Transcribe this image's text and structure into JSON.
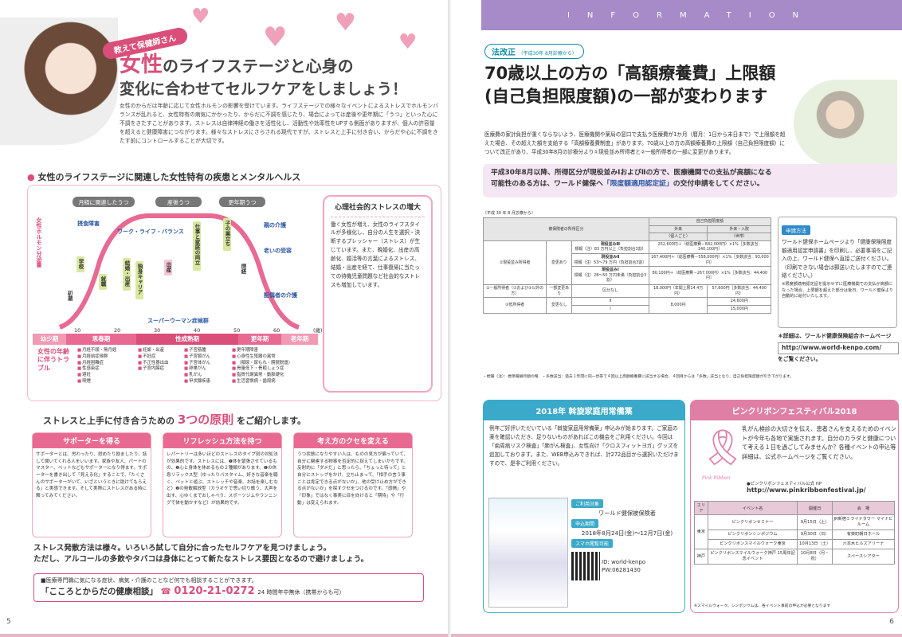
{
  "left": {
    "nurse_badge": "教えて保健師さん",
    "title_pink": "女性",
    "title_line1": "のライフステージと心身の",
    "title_line2": "変化に合わせてセルフケアをしましょう！",
    "intro": "女性のからだは年齢に応じて女性ホルモンの影響を受けています。ライフステージでの様々なイベントによるストレスでホルモンバランスが乱れると、女性特有の病気にかかったり、からだに不調を感じたり、場合によっては産後や更年期に「うつ」といった心に不調をきたすことがあります。ストレスは自律神経の働きを活性化し、活動性や効率性をUPする側面がありますが、個人の許容量を超えると健康障害につながります。様々なストレスにさらされる現代ですが、ストレスと上手に付き合い、からだや心に不調をきたす前にコントロールすることが大切です。",
    "chart_heading": "女性のライフステージに関連した女性特有の疾患とメンタルヘルス",
    "chart_data": {
      "type": "diagram",
      "yaxis_label": "女性ホルモン分泌量",
      "x_ticks": [
        "10",
        "20",
        "30",
        "40",
        "50",
        "60",
        "(歳)"
      ],
      "top_labels": [
        "月経に関連したうつ",
        "産後うつ",
        "更年期うつ"
      ],
      "curve_labels": [
        "初潮",
        "学校",
        "就職",
        "摂食障害",
        "結婚・出産",
        "独身キャリア",
        "出産",
        "仕事と家庭の両立",
        "子の巣立ち",
        "閉経",
        "親の介護",
        "老いの受容",
        "配偶者の介護"
      ],
      "wlb_label": "ワーク・ライフ・バランス",
      "superwoman_label": "スーパーウーマン症候群",
      "stages": [
        "幼少期",
        "思春期",
        "性成熟期",
        "更年期",
        "老年期"
      ]
    },
    "trouble_label": "女性の年齢に伴うトラブル",
    "troubles": [
      [
        "月経不順・無月経",
        "月経前症候群",
        "月経困難症",
        "性感染症",
        "避妊",
        "喫煙"
      ],
      [
        "妊娠・出産",
        "不妊症",
        "不正性器出血",
        "子宮内膜症"
      ],
      [
        "子宮筋腫",
        "子宮頸がん",
        "子宮体がん",
        "卵巣がん",
        "乳がん",
        "甲状腺疾患"
      ],
      [
        "更年期障害",
        "心身性生殖器の異常",
        "（頻尿・尿もれ・膀胱脱垂）",
        "骨量低下・骨粗しょう症",
        "脂質代謝異常・動脈硬化",
        "生活習慣病・歯周病"
      ]
    ],
    "stress_title": "心理社会的ストレスの増大",
    "stress_body": "働く女性が増え、女性のライフスタイルが多様化し、自分の人生を選択・決断するプレッシャー（ストレス）が生じています。また、晩婚化、出産の高齢化、婚活等の言葉によるストレス、結婚・出産を経て、仕事復帰に当たっての待機児童問題など社会的なストレスも増加しています。",
    "rules_prefix": "ストレスと上手に付き合うための",
    "rules_big": "3つの原則",
    "rules_suffix": "をご紹介します。",
    "rules": [
      {
        "head": "サポーターを得る",
        "body": "サポーターとは、労わったり、慰めたり励ましたり、話して聞いてくれる人をいいます。家族や友人、パートのマスター、ペットなどもサポーターになり得ます。サポーターを書き出して「見える化」することで、「たくさんのサポーターがいて、いざというときに助けてもらえる」と実感できます。そして実際にストレスがある時に頼ってみてください。"
      },
      {
        "head": "リフレッシュ方法を持つ",
        "body": "レパートリーは多いほどのストレスのタイプ別の対処法が効果的です。ストレスには、❶体を緊張させているもの、❷心と身体を休めるもの２種類があります。❶の休息リラックス型（ゆったりバスタイム、好きな音楽を聴く、ペットと遊ぶ、ストレッチや音楽、お話を楽しむなど）❷の発散解放型（カラオケで思い切り歌う、大声を出す、心ゆくまでおしゃべり、スポーツジムやランニングで体を動かすなど）が効果的です。"
      },
      {
        "head": "考え方のクセを変える",
        "body": "うつ状態になりやすい人は、ものの見方が偏っていて、自分に関連する物事を否定的に捉えてしまいがちです。反射的に「ダメだ」と思ったら、「ちょっと待って」と自分にストップをかけ、立ち止まって、「相手の言う事ことは肯定できる点がないか」、他の受け止め方ができる点がないか」を探すクセをつけるのです。「感情」や「印象」ではなく事実に目を向けると「期待」や「行動」は変えられます。"
      }
    ],
    "summary_line1": "ストレス発散方法は様々。いろいろ試して自分に合ったセルフケアを見つけましょう。",
    "summary_line2": "ただし、アルコールの多飲やタバコは身体にとって新たなストレス要因となるので避けましょう。",
    "hot_note": "■医療専門職に気になる症状、病気・介護のことなど何でも相談することができます。",
    "hot_title": "「こころとからだの健康相談」",
    "hot_number": "0120-21-0272",
    "hot_hours": "24 時間年中無休（携帯からも可）",
    "page_number": "5"
  },
  "right": {
    "info_bar": "INFORMATION",
    "law_badge": "法改正",
    "law_badge_note": "（平成30年 8月診療から）",
    "title_line1": "70歳以上の方の「高額療養費」上限額",
    "title_line2": "(自己負担限度額)の一部が変わります",
    "intro": "医療費の家計負担が重くならないよう、医療機関や薬局の窓口で支払う医療費が1か月（暦月：1日から末日まで）で上限額を超えた場合、その超えた額を支給する「高額療養費制度」があります。70歳以上の方の高額療養費の上限額（自己負担限度額）について改正があり、平成30年8月の診療分より①現役並み所得者と②一般所得者の一部に変更があります。",
    "highlight_line1": "平成30年8月以降、所得区分が現役並みⅠおよびⅡの方で、医療機関での支払が高額になる",
    "highlight_line2a": "可能性のある方は、ワールド健保へ",
    "highlight_line2b": "「限度額適用認定証」",
    "highlight_line2c": "の交付申請をしてください。",
    "table_caption": "（平成 30 年 8 月診療から）",
    "table": {
      "h_category": "被保険者の所得区分",
      "h_limit": "自己負担限度額",
      "h_outpatient": "外来",
      "h_outpatient_sub": "（個人ごと）",
      "h_combined": "外来・入院",
      "h_combined_sub": "（世帯）",
      "g1": "①現役並み所得者",
      "g1_change": "変更あり",
      "r1_label": "現役並みⅢ",
      "r1_sub": "標報（注）83 万円以上（負担割合3割）",
      "r1_value": "252,600円＋（総医療費－842,000円）×1%［多数該当：140,100円］",
      "r2_label": "現役並みⅡ",
      "r2_sub": "標報（注）53～79 万円（負担割合3割）",
      "r2_value": "167,400円＋（総医療費－558,000円）×1%［多数該当：93,000円］",
      "r3_label": "現役並みⅠ",
      "r3_sub": "標報（注）28～50 万円未満（負担割合3割）",
      "r3_value": "80,100円＋（総医療費－267,000円）×1%［多数該当：44,400円］",
      "g2": "②一般所得者（①および③以外の方）",
      "g2_change": "一部変更あり",
      "g2_class": "区分なし",
      "g2_outpatient": "18,000円（年間上限14.4万円）",
      "g2_combined": "57,600円［多数該当：44,400円］",
      "g3": "③低所得者",
      "g3_change": "変更なし",
      "g3_r1_class": "Ⅱ",
      "g3_r1_outpatient": "8,000円",
      "g3_r1_combined": "24,600円",
      "g3_r2_class": "Ⅰ",
      "g3_r2_combined": "15,000円"
    },
    "table_notes": "・標報（注）：標準報酬月額の略　・多数該当：過去１年間に同一世帯で４回以上高額療養費に該当する場合、４回目からは「多数」該当となり、自己負担限度額が引き下がります。",
    "apply_tag": "申請方法",
    "apply_body": "ワールド健保ホームページより「健康保険限度額適用認定申請書」を印刷し、必要事項をご記入の上、ワールド健保へ直接ご送付ください。（印刷できない場合は郵送いたしますのでご連絡ください。）",
    "apply_note": "※限度額適用認定証を提示せずに医療機関での支払が高額になった場合、上限額を超えた部分は後日、ワールド健保より自動的に給付いたします。",
    "detail_intro": "＊詳細は、ワールド健康保険組合ホームページ",
    "detail_url": "http://www.world-kenpo.com/",
    "detail_outro": "をご覧ください。",
    "med_head": "2018年 斡旋家庭用常備薬",
    "med_body": "例年ご好評いただいている「斡旋家庭用常備薬」申込みが始まります。ご家庭の薬を確認いただき、足りないものがあればこの機会をご利用ください。今回は「歯周病リスク検査」「肺がん検査」、女性向け「クロスフィットヨガ」グッズを追加しております。また、WEB申込みできれば、計272品目から選択いただけますので、是非ご利用ください。",
    "med_target_tag": "ご利用対象",
    "med_target": "ワールド健保被保険者",
    "med_period_tag": "申込期間",
    "med_period": "2018年8月24日(金)～12月7日(金)",
    "med_phone_tag": "スマホ閲覧可能",
    "med_id": "ID: world-kenpo",
    "med_pw": "PW:06281430",
    "pink_head": "ピンクリボンフェスティバル2018",
    "ribbon_text": "Pink Ribbon",
    "pink_body": "乳がん検診の大切さを伝え、患者さんを支えるためのイベントが今年も各地で実施されます。自分のカラダと健康について考える１日を過ごしてみませんか？各種イベントの申込等詳細は、公式ホームページをご覧ください。",
    "pink_site": "●ピンクリボンフェスティバル公式 HP",
    "pink_url": "http://www.pinkribbonfestival.jp/",
    "events_headers": [
      "エリア",
      "イベント名",
      "開催日",
      "会　場"
    ],
    "events": [
      {
        "area": "東京",
        "name": "ピンクリボンセミナー",
        "date": "9月15日（土）",
        "venue": "JR新宿ミライナタワー マイナビルーム"
      },
      {
        "area": "",
        "name": "ピンクリボンシンポジウム",
        "date": "9月30日（日）",
        "venue": "有楽町朝日ホール"
      },
      {
        "area": "",
        "name": "ピンクリボンスマイルウォーク東京",
        "date": "10月13日（土）",
        "venue": "六本木ヒルズアリーナ"
      },
      {
        "area": "神戸",
        "name": "ピンクリボンスマイルウォーク神戸 15周年記念イベント",
        "date": "10月8日（月・祝）",
        "venue": "スペースシアター"
      }
    ],
    "events_note": "※スマイルウォーク、シンポジウムは、各イベント事前の申込が必要となります",
    "page_number": "6"
  }
}
